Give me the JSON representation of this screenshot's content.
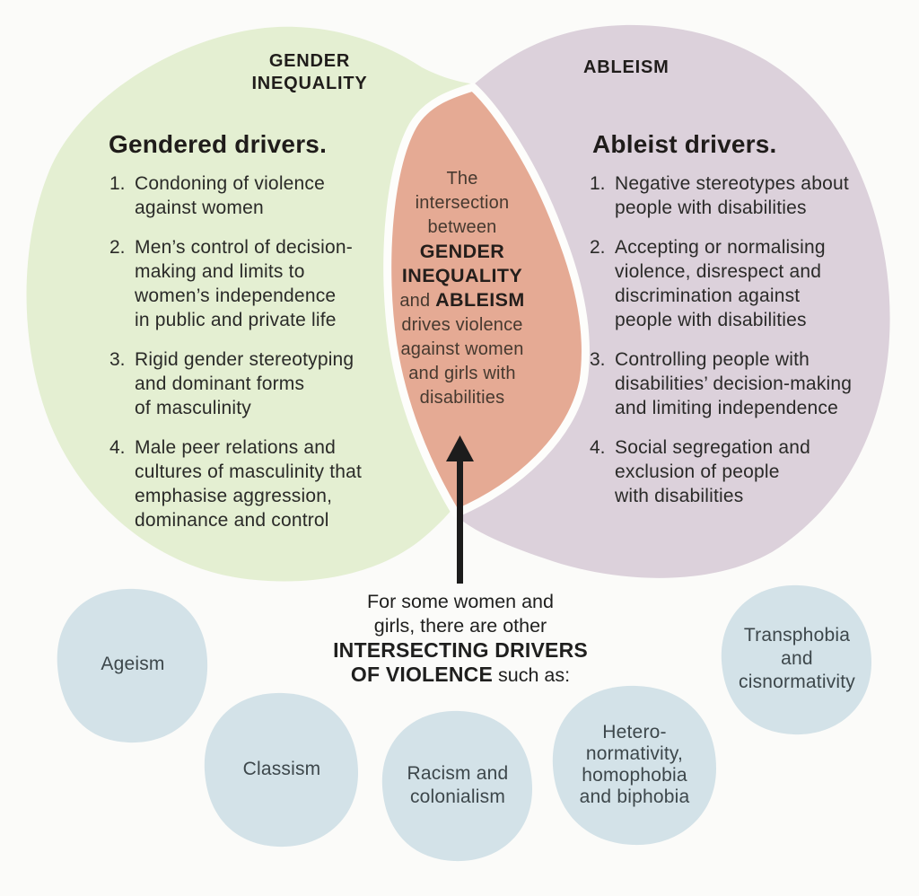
{
  "page": {
    "background": "#fbfbf9"
  },
  "colors": {
    "green": "#e4efd2",
    "purple": "#dcd1db",
    "salmon": "#e5aa94",
    "blue": "#d3e2e8",
    "gap_stroke": "#fdfdfb",
    "arrow": "#1c1c1c"
  },
  "venn": {
    "left": {
      "title": "GENDER\nINEQUALITY",
      "heading": "Gendered drivers.",
      "items": [
        {
          "num": "1.",
          "text": "Condoning of violence\nagainst women"
        },
        {
          "num": "2.",
          "text": "Men’s control of decision-\nmaking and limits to\nwomen’s independence\nin public and private life"
        },
        {
          "num": "3.",
          "text": "Rigid gender stereotyping\nand dominant forms\nof masculinity"
        },
        {
          "num": "4.",
          "text": "Male peer relations and\ncultures of masculinity that\nemphasise aggression,\ndominance and control"
        }
      ]
    },
    "right": {
      "title": "ABLEISM",
      "heading": "Ableist drivers.",
      "items": [
        {
          "num": "1.",
          "text": "Negative stereotypes about\npeople with disabilities"
        },
        {
          "num": "2.",
          "text": "Accepting or normalising\nviolence, disrespect and\ndiscrimination against\npeople with disabilities"
        },
        {
          "num": "3.",
          "text": "Controlling people with\ndisabilities’ decision-making\nand limiting independence"
        },
        {
          "num": "4.",
          "text": "Social segregation and\nexclusion of people\nwith disabilities"
        }
      ]
    },
    "intersection": {
      "intro": "The\nintersection\nbetween",
      "bold_a": "GENDER\nINEQUALITY",
      "conj": "and",
      "bold_b": "ABLEISM",
      "outro": "drives violence\nagainst women\nand girls with\ndisabilities"
    }
  },
  "annotation": {
    "line1": "For some women and",
    "line2": "girls, there are other",
    "bold_line": "INTERSECTING DRIVERS",
    "bold_tail": "OF VIOLENCE",
    "tail": "such as:"
  },
  "other_drivers": [
    {
      "label": "Ageism"
    },
    {
      "label": "Classism"
    },
    {
      "label": "Racism and\ncolonialism"
    },
    {
      "label": "Hetero-\nnormativity,\nhomophobia\nand biphobia"
    },
    {
      "label": "Transphobia\nand\ncisnormativity"
    }
  ]
}
